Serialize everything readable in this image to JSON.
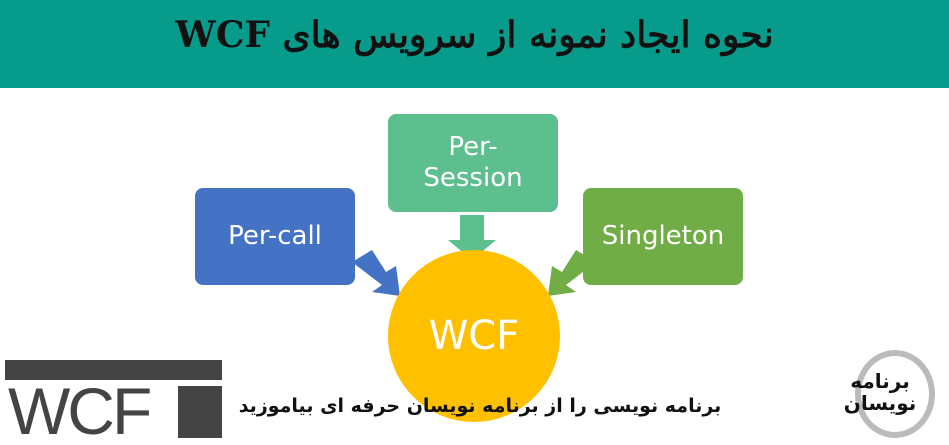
{
  "header": {
    "title": "نحوه ایجاد نمونه از سرویس های WCF",
    "color": "#079b8c"
  },
  "diagram": {
    "per_call": "Per-call",
    "per_session": "Per-Session",
    "singleton": "Singleton",
    "center": "WCF",
    "colors": {
      "per_call": "#4472c4",
      "per_session": "#5dbe8e",
      "singleton": "#70ad47",
      "center": "#ffc000"
    }
  },
  "footer": {
    "logo_text": "WCF",
    "tagline": "برنامه نویسی را از برنامه نویسان حرفه ای بیاموزید",
    "brand": "برنامه نویسان"
  }
}
